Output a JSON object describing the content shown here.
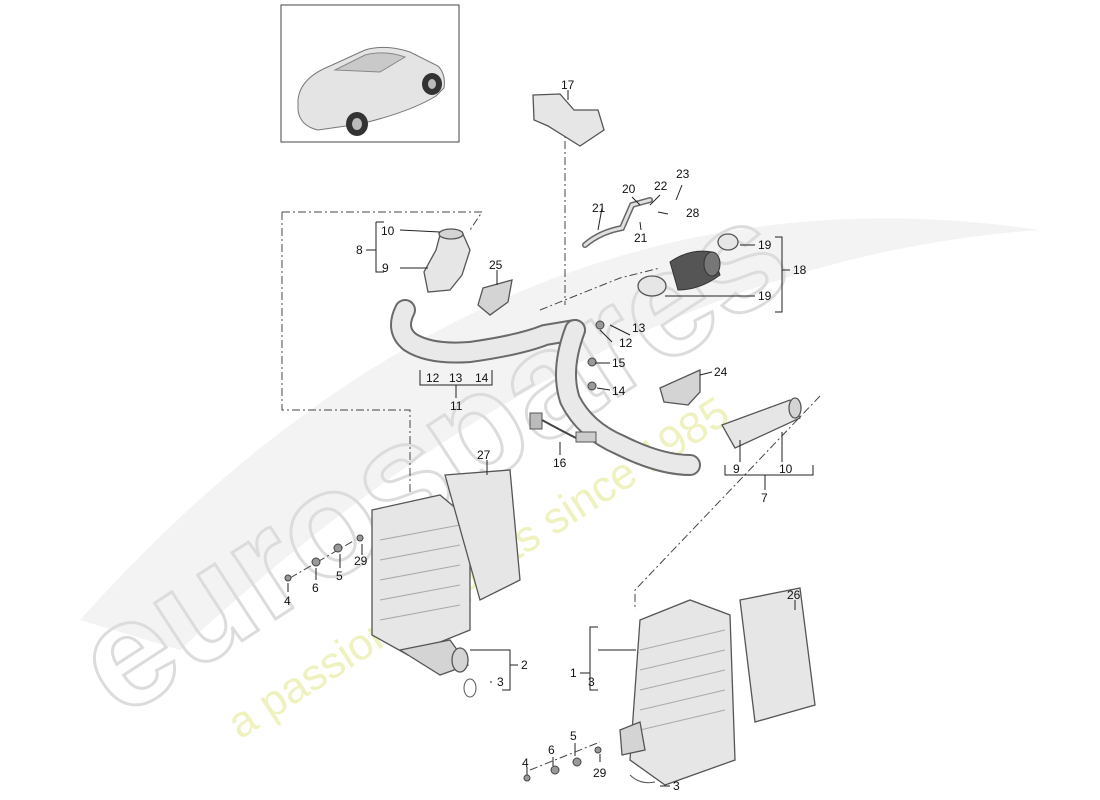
{
  "watermark": {
    "logo": "eurospares",
    "tagline": "a passion for parts since 1985"
  },
  "callouts": {
    "c1": "1",
    "c2": "2",
    "c3a": "3",
    "c3b": "3",
    "c3c": "3",
    "c4a": "4",
    "c4b": "4",
    "c5a": "5",
    "c5b": "5",
    "c6a": "6",
    "c6b": "6",
    "c7": "7",
    "c8": "8",
    "c9a": "9",
    "c9b": "9",
    "c10a": "10",
    "c10b": "10",
    "c11": "11",
    "c12a": "12",
    "c12b": "12",
    "c13a": "13",
    "c13b": "13",
    "c14a": "14",
    "c14b": "14",
    "c15": "15",
    "c16": "16",
    "c17": "17",
    "c18": "18",
    "c19a": "19",
    "c19b": "19",
    "c20": "20",
    "c21a": "21",
    "c21b": "21",
    "c22": "22",
    "c23": "23",
    "c24": "24",
    "c25": "25",
    "c26": "26",
    "c27": "27",
    "c28": "28",
    "c29a": "29",
    "c29b": "29"
  }
}
